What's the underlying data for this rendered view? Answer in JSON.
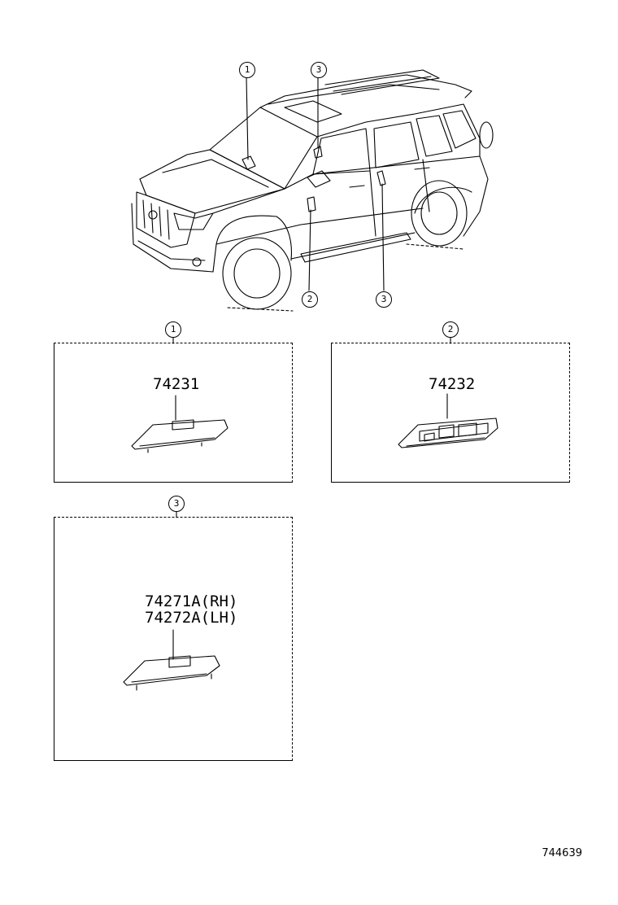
{
  "diagram": {
    "vehicle_callouts": [
      {
        "label": "1"
      },
      {
        "label": "3"
      },
      {
        "label": "2"
      },
      {
        "label": "3"
      }
    ],
    "panels": [
      {
        "callout": "1",
        "parts": [
          "74231"
        ]
      },
      {
        "callout": "2",
        "parts": [
          "74232"
        ]
      },
      {
        "callout": "3",
        "parts": [
          "74271A(RH)",
          "74272A(LH)"
        ]
      }
    ],
    "reference_number": "744639"
  }
}
